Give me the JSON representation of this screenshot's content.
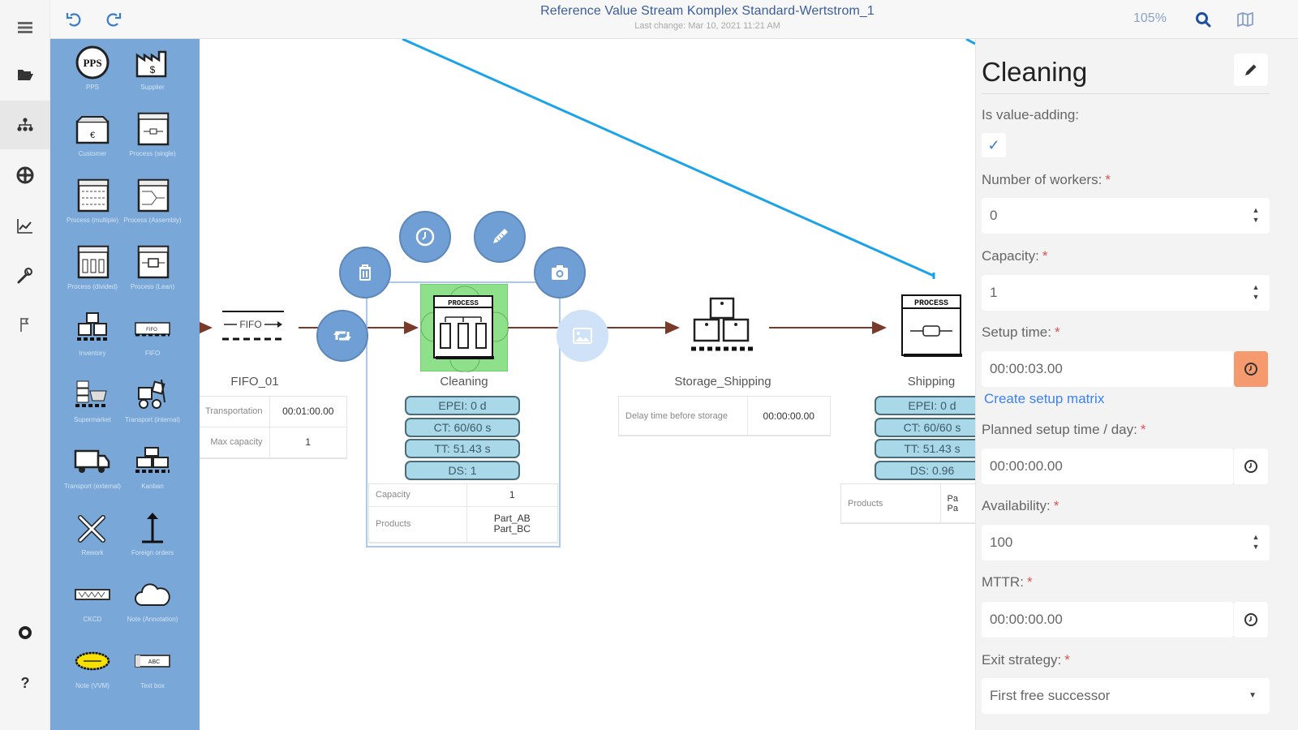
{
  "header": {
    "title": "Reference Value Stream Komplex Standard-Wertstrom_1",
    "last_change": "Last change: Mar 10, 2021 11:21 AM",
    "zoom": "105%",
    "undo_icon": "undo-icon",
    "redo_icon": "redo-icon",
    "search_icon": "search-icon",
    "map_icon": "map-icon"
  },
  "rail": {
    "items": [
      {
        "name": "menu",
        "icon": "hamburger-icon"
      },
      {
        "name": "open",
        "icon": "folder-open-icon"
      },
      {
        "name": "model",
        "icon": "sitemap-icon",
        "active": true
      },
      {
        "name": "simulation",
        "icon": "life-ring-icon"
      },
      {
        "name": "analysis",
        "icon": "chart-line-icon"
      },
      {
        "name": "tools",
        "icon": "wrench-icon"
      },
      {
        "name": "flags",
        "icon": "flag-icon"
      },
      {
        "name": "settings",
        "icon": "gear-icon"
      },
      {
        "name": "help",
        "icon": "question-icon"
      }
    ]
  },
  "palette": {
    "items": [
      {
        "label": "PPS",
        "icon": "pps-icon"
      },
      {
        "label": "Supplier",
        "icon": "supplier-icon"
      },
      {
        "label": "Customer",
        "icon": "customer-icon"
      },
      {
        "label": "Process (single)",
        "icon": "process-single-icon"
      },
      {
        "label": "Process (multiple)",
        "icon": "process-multiple-icon"
      },
      {
        "label": "Process (Assembly)",
        "icon": "process-assembly-icon"
      },
      {
        "label": "Process (divided)",
        "icon": "process-divided-icon"
      },
      {
        "label": "Process (Lean)",
        "icon": "process-lean-icon"
      },
      {
        "label": "Inventory",
        "icon": "inventory-icon"
      },
      {
        "label": "FIFO",
        "icon": "fifo-icon"
      },
      {
        "label": "Supermarket",
        "icon": "supermarket-icon"
      },
      {
        "label": "Transport (internal)",
        "icon": "forklift-icon"
      },
      {
        "label": "Transport (external)",
        "icon": "truck-icon"
      },
      {
        "label": "Kanban",
        "icon": "kanban-icon"
      },
      {
        "label": "Rework",
        "icon": "rework-icon"
      },
      {
        "label": "Foreign orders",
        "icon": "foreign-orders-icon"
      },
      {
        "label": "CKCD",
        "icon": "ckcd-icon"
      },
      {
        "label": "Note (Annotation)",
        "icon": "cloud-icon"
      },
      {
        "label": "Note (VVM)",
        "icon": "kaizen-burst-icon"
      },
      {
        "label": "Text box",
        "icon": "text-box-icon"
      }
    ]
  },
  "canvas": {
    "nodes": {
      "fifo": {
        "name": "FIFO_01",
        "rows": [
          {
            "label": "Transportation",
            "value": "00:01:00.00"
          },
          {
            "label": "Max capacity",
            "value": "1"
          }
        ]
      },
      "cleaning": {
        "name": "Cleaning",
        "kpis": [
          "EPEI: 0 d",
          "CT: 60/60 s",
          "TT: 51.43 s",
          "DS: 1"
        ],
        "rows": [
          {
            "label": "Capacity",
            "value": "1"
          },
          {
            "label": "Products",
            "value": "Part_AB\nPart_BC"
          }
        ]
      },
      "storage": {
        "name": "Storage_Shipping",
        "rows": [
          {
            "label": "Delay time before storage",
            "value": "00:00:00.00"
          }
        ]
      },
      "shipping": {
        "name": "Shipping",
        "kpis": [
          "EPEI: 0 d",
          "CT: 60/60 s",
          "TT: 51.43 s",
          "DS: 0.96"
        ],
        "rows": [
          {
            "label": "Products",
            "value": "Pa\nPa"
          }
        ]
      }
    },
    "process_header": "PROCESS",
    "fifo_text": "FIFO",
    "actions": [
      "delete",
      "timer",
      "edit",
      "screenshot",
      "replace",
      "image"
    ]
  },
  "panel": {
    "title": "Cleaning",
    "fields": {
      "value_adding": {
        "label": "Is value-adding:",
        "checked": true
      },
      "workers": {
        "label": "Number of workers:",
        "value": "0"
      },
      "capacity": {
        "label": "Capacity:",
        "value": "1"
      },
      "setup_time": {
        "label": "Setup time:",
        "value": "00:00:03.00"
      },
      "setup_matrix_link": "Create setup matrix",
      "planned_setup": {
        "label": "Planned setup time / day:",
        "value": "00:00:00.00"
      },
      "availability": {
        "label": "Availability:",
        "value": "100"
      },
      "mttr": {
        "label": "MTTR:",
        "value": "00:00:00.00"
      },
      "exit_strategy": {
        "label": "Exit strategy:",
        "value": "First free successor"
      }
    },
    "required_mark": "*"
  },
  "colors": {
    "accent": "#3a7bc8",
    "palette_bg": "#78a7d8",
    "kpi_fill": "#a9d8e8",
    "link_line": "#1aa3e8",
    "flow_arrow": "#7a3a2a",
    "selected_node": "#8fe08a",
    "warning_addon": "#f59a6f"
  }
}
